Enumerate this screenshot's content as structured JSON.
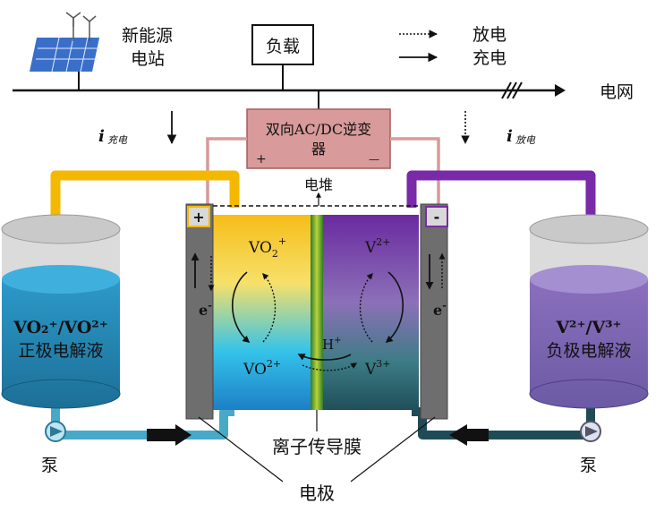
{
  "station_label_line1": "新能源",
  "station_label_line2": "电站",
  "load_label": "负载",
  "legend_discharge": "放电",
  "legend_charge": "充电",
  "grid_label": "电网",
  "inverter_line1": "双向AC/DC逆变",
  "inverter_line2": "器",
  "inverter_plus": "+",
  "inverter_minus": "—",
  "current_charge_i": "i",
  "current_charge_sub": "充电",
  "current_discharge_i": "i",
  "current_discharge_sub": "放电",
  "stack_label": "电堆",
  "left_terminal": "+",
  "right_terminal": "-",
  "electron_left": "e",
  "electron_right": "e",
  "electron_sup": "-",
  "vo2plus_main": "VO",
  "vo2plus_sub": "2",
  "vo2plus_sup": "+",
  "vo2p_main": "VO",
  "vo2p_sup": "2+",
  "v2_main": "V",
  "v2_sup": "2+",
  "v3_main": "V",
  "v3_sup": "3+",
  "h_main": "H",
  "h_sup": "+",
  "left_tank_formula": "VO₂⁺/VO²⁺",
  "left_tank_label": "正极电解液",
  "right_tank_formula": "V²⁺/V³⁺",
  "right_tank_label": "负极电解液",
  "pump_left": "泵",
  "pump_right": "泵",
  "membrane_label": "离子传导膜",
  "electrode_label": "电极",
  "colors": {
    "positive": "#f5b800",
    "negative": "#7a2aa8",
    "inverter": "#d89a9a",
    "pipe_blue": "#47a9c8",
    "pipe_dark": "#1f4b57"
  }
}
